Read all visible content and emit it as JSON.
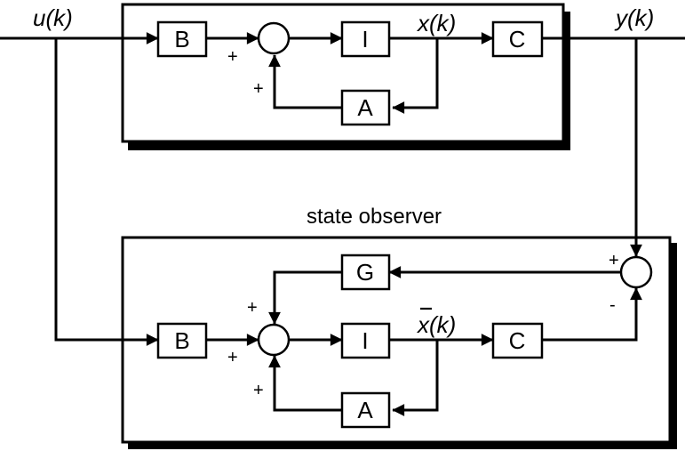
{
  "signals": {
    "input": "u(k)",
    "state": "x(k)",
    "output": "y(k)",
    "estimate": "x(k)"
  },
  "observer": {
    "title": "state observer"
  },
  "plant_blocks": {
    "b": "B",
    "i": "I",
    "c": "C",
    "a": "A"
  },
  "observer_blocks": {
    "g": "G",
    "b": "B",
    "i": "I",
    "c": "C",
    "a": "A"
  },
  "signs": {
    "plus": "+",
    "minus": "-"
  }
}
